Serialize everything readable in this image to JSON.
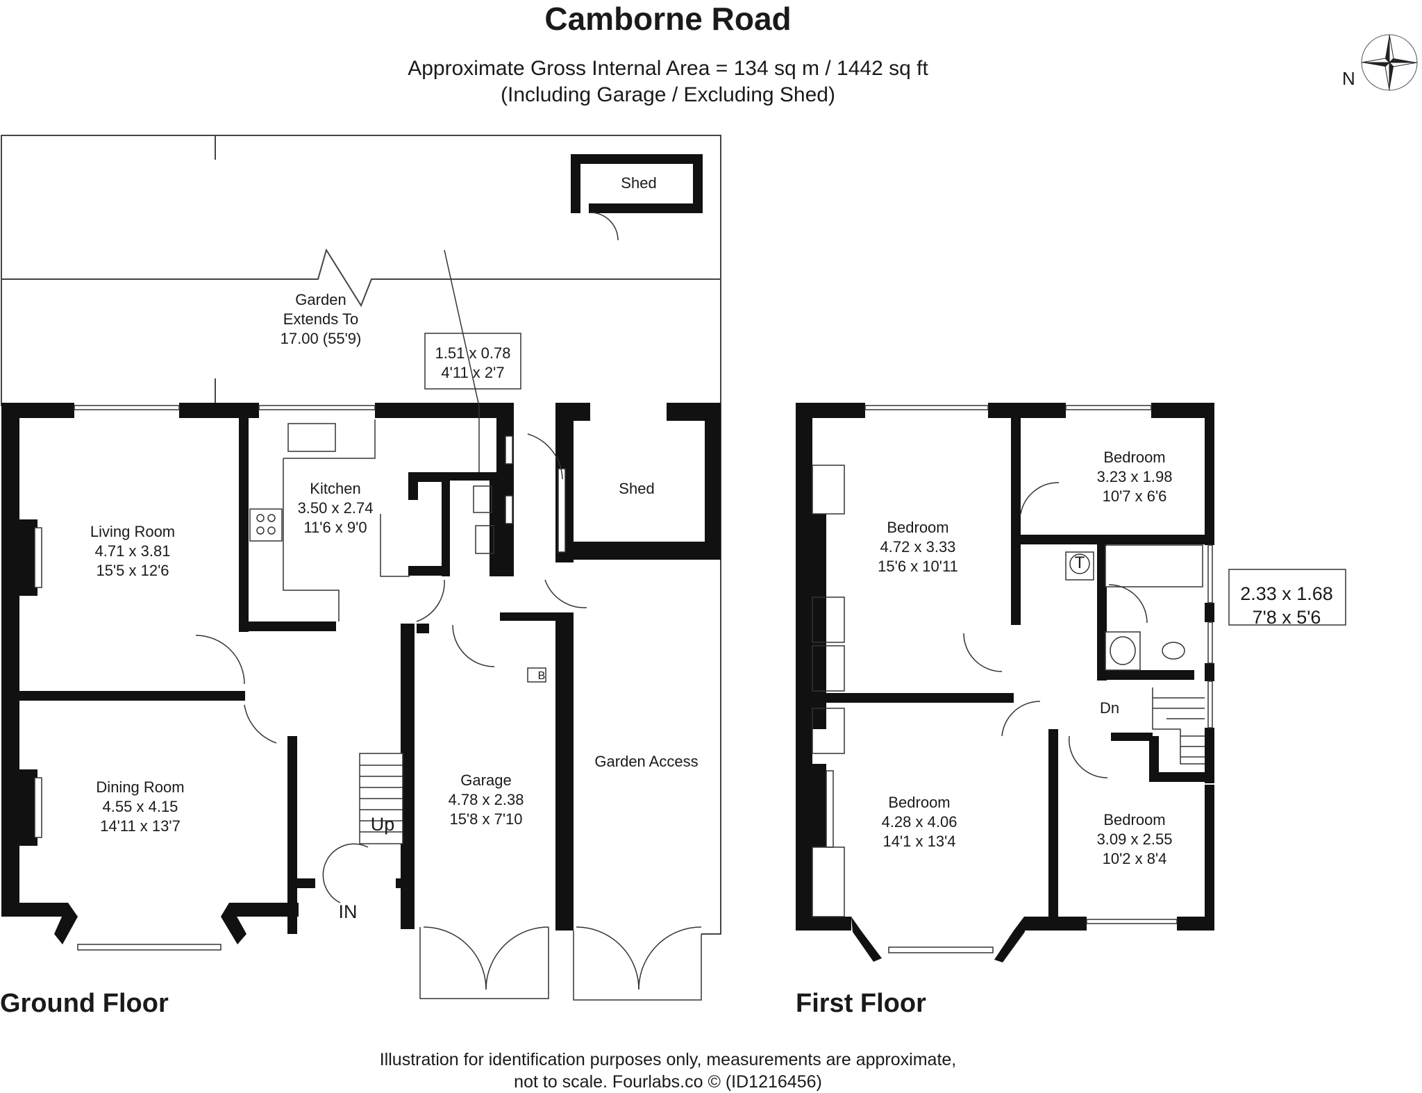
{
  "header": {
    "title": "Camborne Road",
    "area_line": "Approximate Gross Internal Area = 134 sq m / 1442 sq ft",
    "area_note": "(Including Garage / Excluding Shed)"
  },
  "compass": {
    "label": "N"
  },
  "floors": {
    "ground": "Ground Floor",
    "first": "First Floor"
  },
  "rooms": {
    "living": {
      "name": "Living Room",
      "metric": "4.71 x 3.81",
      "imperial": "15'5 x 12'6"
    },
    "dining": {
      "name": "Dining Room",
      "metric": "4.55 x 4.15",
      "imperial": "14'11 x 13'7"
    },
    "kitchen": {
      "name": "Kitchen",
      "metric": "3.50 x 2.74",
      "imperial": "11'6 x 9'0"
    },
    "garage": {
      "name": "Garage",
      "metric": "4.78 x 2.38",
      "imperial": "15'8 x 7'10"
    },
    "shed_side": {
      "name": "Shed"
    },
    "shed_garden": {
      "name": "Shed"
    },
    "garden_access": {
      "name": "Garden Access"
    },
    "garden": {
      "line1": "Garden",
      "line2": "Extends To",
      "line3": "17.00 (55'9)"
    },
    "wc": {
      "metric": "1.51 x 0.78",
      "imperial": "4'11 x 2'7"
    },
    "bed_front_left": {
      "name": "Bedroom",
      "metric": "4.72 x 3.33",
      "imperial": "15'6 x 10'11"
    },
    "bed_small": {
      "name": "Bedroom",
      "metric": "3.23 x 1.98",
      "imperial": "10'7 x 6'6"
    },
    "bathroom": {
      "metric": "2.33 x 1.68",
      "imperial": "7'8 x 5'6"
    },
    "bed_bay": {
      "name": "Bedroom",
      "metric": "4.28 x 4.06",
      "imperial": "14'1 x 13'4"
    },
    "bed_right": {
      "name": "Bedroom",
      "metric": "3.09 x 2.55",
      "imperial": "10'2 x 8'4"
    }
  },
  "markers": {
    "up": "Up",
    "down": "Dn",
    "entrance": "IN",
    "boiler": "B",
    "tank": "T"
  },
  "footer": {
    "line1": "Illustration for identification purposes only, measurements are approximate,",
    "line2": "not to scale. Fourlabs.co © (ID1216456)"
  }
}
